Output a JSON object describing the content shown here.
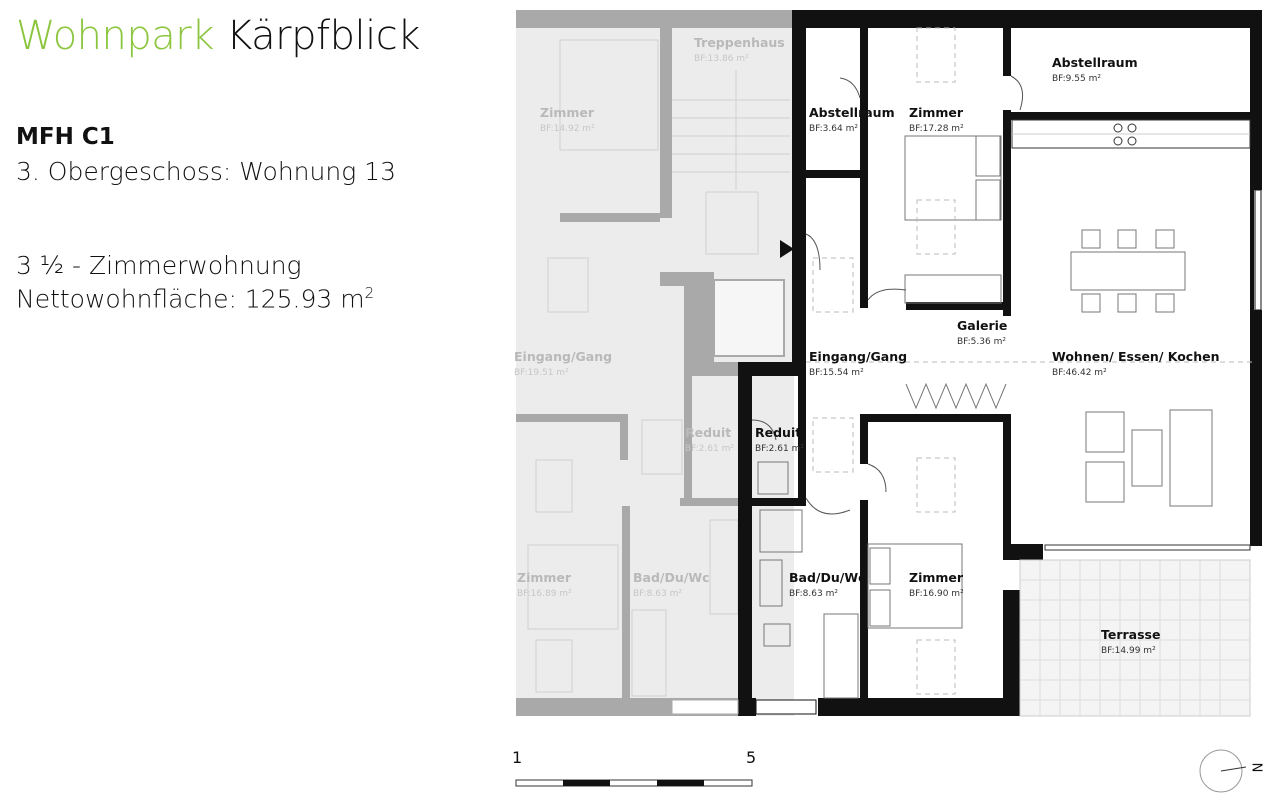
{
  "brand": {
    "name_green": "Wohnpark",
    "name_dark": "Kärpfblick",
    "accent": "#8cc63f"
  },
  "header": {
    "building": "MFH C1",
    "floor": "3. Obergeschoss: Wohnung 13",
    "rooms": "3 ½ - Zimmerwohnung",
    "area_label": "Nettowohnfläche: 125.93 m",
    "area_sup": "2"
  },
  "unit_rooms": [
    {
      "name": "Abstellraum",
      "area": "BF:3.64 m²"
    },
    {
      "name": "Zimmer",
      "area": "BF:17.28 m²"
    },
    {
      "name": "Abstellraum",
      "area": "BF:9.55 m²"
    },
    {
      "name": "Galerie",
      "area": "BF:5.36 m²"
    },
    {
      "name": "Eingang/Gang",
      "area": "BF:15.54 m²"
    },
    {
      "name": "Wohnen/ Essen/ Kochen",
      "area": "BF:46.42 m²"
    },
    {
      "name": "Reduit",
      "area": "BF:2.61 m²"
    },
    {
      "name": "Bad/Du/Wc",
      "area": "BF:8.63 m²"
    },
    {
      "name": "Zimmer",
      "area": "BF:16.90 m²"
    },
    {
      "name": "Terrasse",
      "area": "BF:14.99 m²"
    }
  ],
  "neighbour_rooms": [
    {
      "name": "Treppenhaus",
      "area": "BF:13.86 m²"
    },
    {
      "name": "Zimmer",
      "area": "BF:14.92 m²"
    },
    {
      "name": "Eingang/Gang",
      "area": "BF:19.51 m²"
    },
    {
      "name": "Reduit",
      "area": "BF:2.61 m²"
    },
    {
      "name": "Zimmer",
      "area": "BF:16.89 m²"
    },
    {
      "name": "Bad/Du/Wc",
      "area": "BF:8.63 m²"
    }
  ],
  "scale": {
    "start": "1",
    "end": "5"
  },
  "north": {
    "label": "N"
  }
}
